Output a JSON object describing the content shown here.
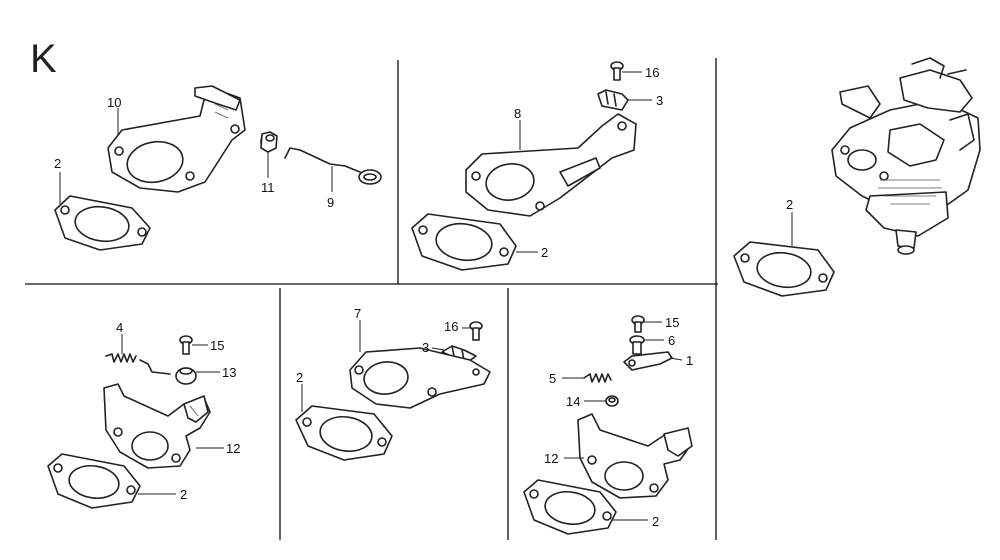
{
  "section_letter": "K",
  "panels": {
    "top_left": {
      "labels": [
        "10",
        "2",
        "11",
        "9"
      ]
    },
    "top_middle": {
      "labels": [
        "16",
        "3",
        "8",
        "2"
      ]
    },
    "top_right": {
      "labels": [
        "2"
      ]
    },
    "bottom_left": {
      "labels": [
        "4",
        "15",
        "13",
        "12",
        "2"
      ]
    },
    "bottom_middle": {
      "labels": [
        "7",
        "16",
        "3",
        "2"
      ]
    },
    "bottom_right": {
      "labels": [
        "15",
        "6",
        "1",
        "5",
        "14",
        "12",
        "2"
      ]
    }
  }
}
